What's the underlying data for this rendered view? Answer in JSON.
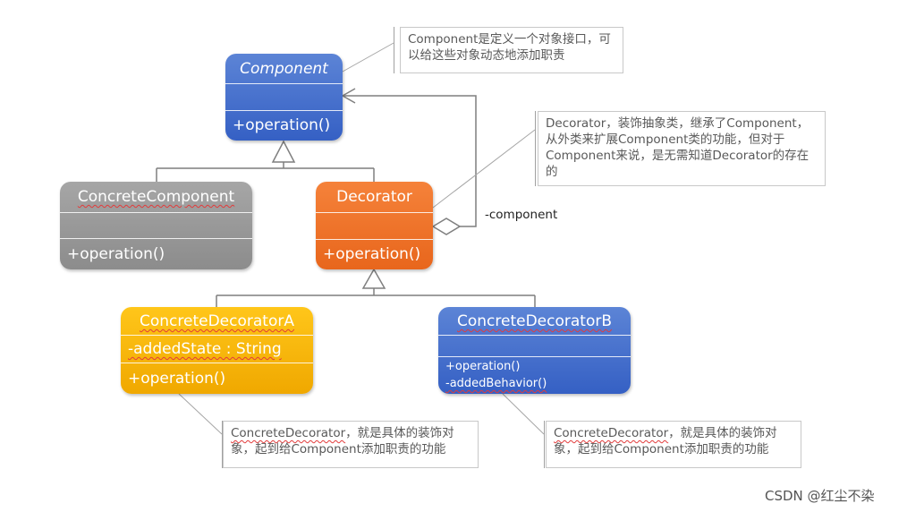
{
  "classes": {
    "component": {
      "name": "Component",
      "operation": "+operation()"
    },
    "concrete_component": {
      "name": "ConcreteComponent",
      "operation": "+operation()"
    },
    "decorator": {
      "name": "Decorator",
      "operation": "+operation()"
    },
    "concrete_decorator_a": {
      "name": "ConcreteDecoratorA",
      "attribute": "-addedState : String",
      "operation": "+operation()"
    },
    "concrete_decorator_b": {
      "name": "ConcreteDecoratorB",
      "operation": "+operation()",
      "method": "-addedBehavior()"
    }
  },
  "association_label": "-component",
  "notes": {
    "component": "Component是定义一个对象接口，可以给这些对象动态地添加职责",
    "decorator": "Decorator，装饰抽象类，继承了Component，从外类来扩展Component类的功能，但对于Component来说，是无需知道Decorator的存在的",
    "concrete_a_prefix": "ConcreteDecorator",
    "concrete_a_text": "，就是具体的装饰对象，起到给Component添加职责的功能",
    "concrete_b_prefix": "ConcreteDecorator",
    "concrete_b_text": "，就是具体的装饰对象，起到给Component添加职责的功能"
  },
  "watermark": "CSDN @红尘不染",
  "colors": {
    "component": "#4472c4",
    "concrete_component": "#999999",
    "decorator": "#ed7d31",
    "concrete_decorator_a": "#ffc000",
    "concrete_decorator_b": "#4472c4"
  }
}
